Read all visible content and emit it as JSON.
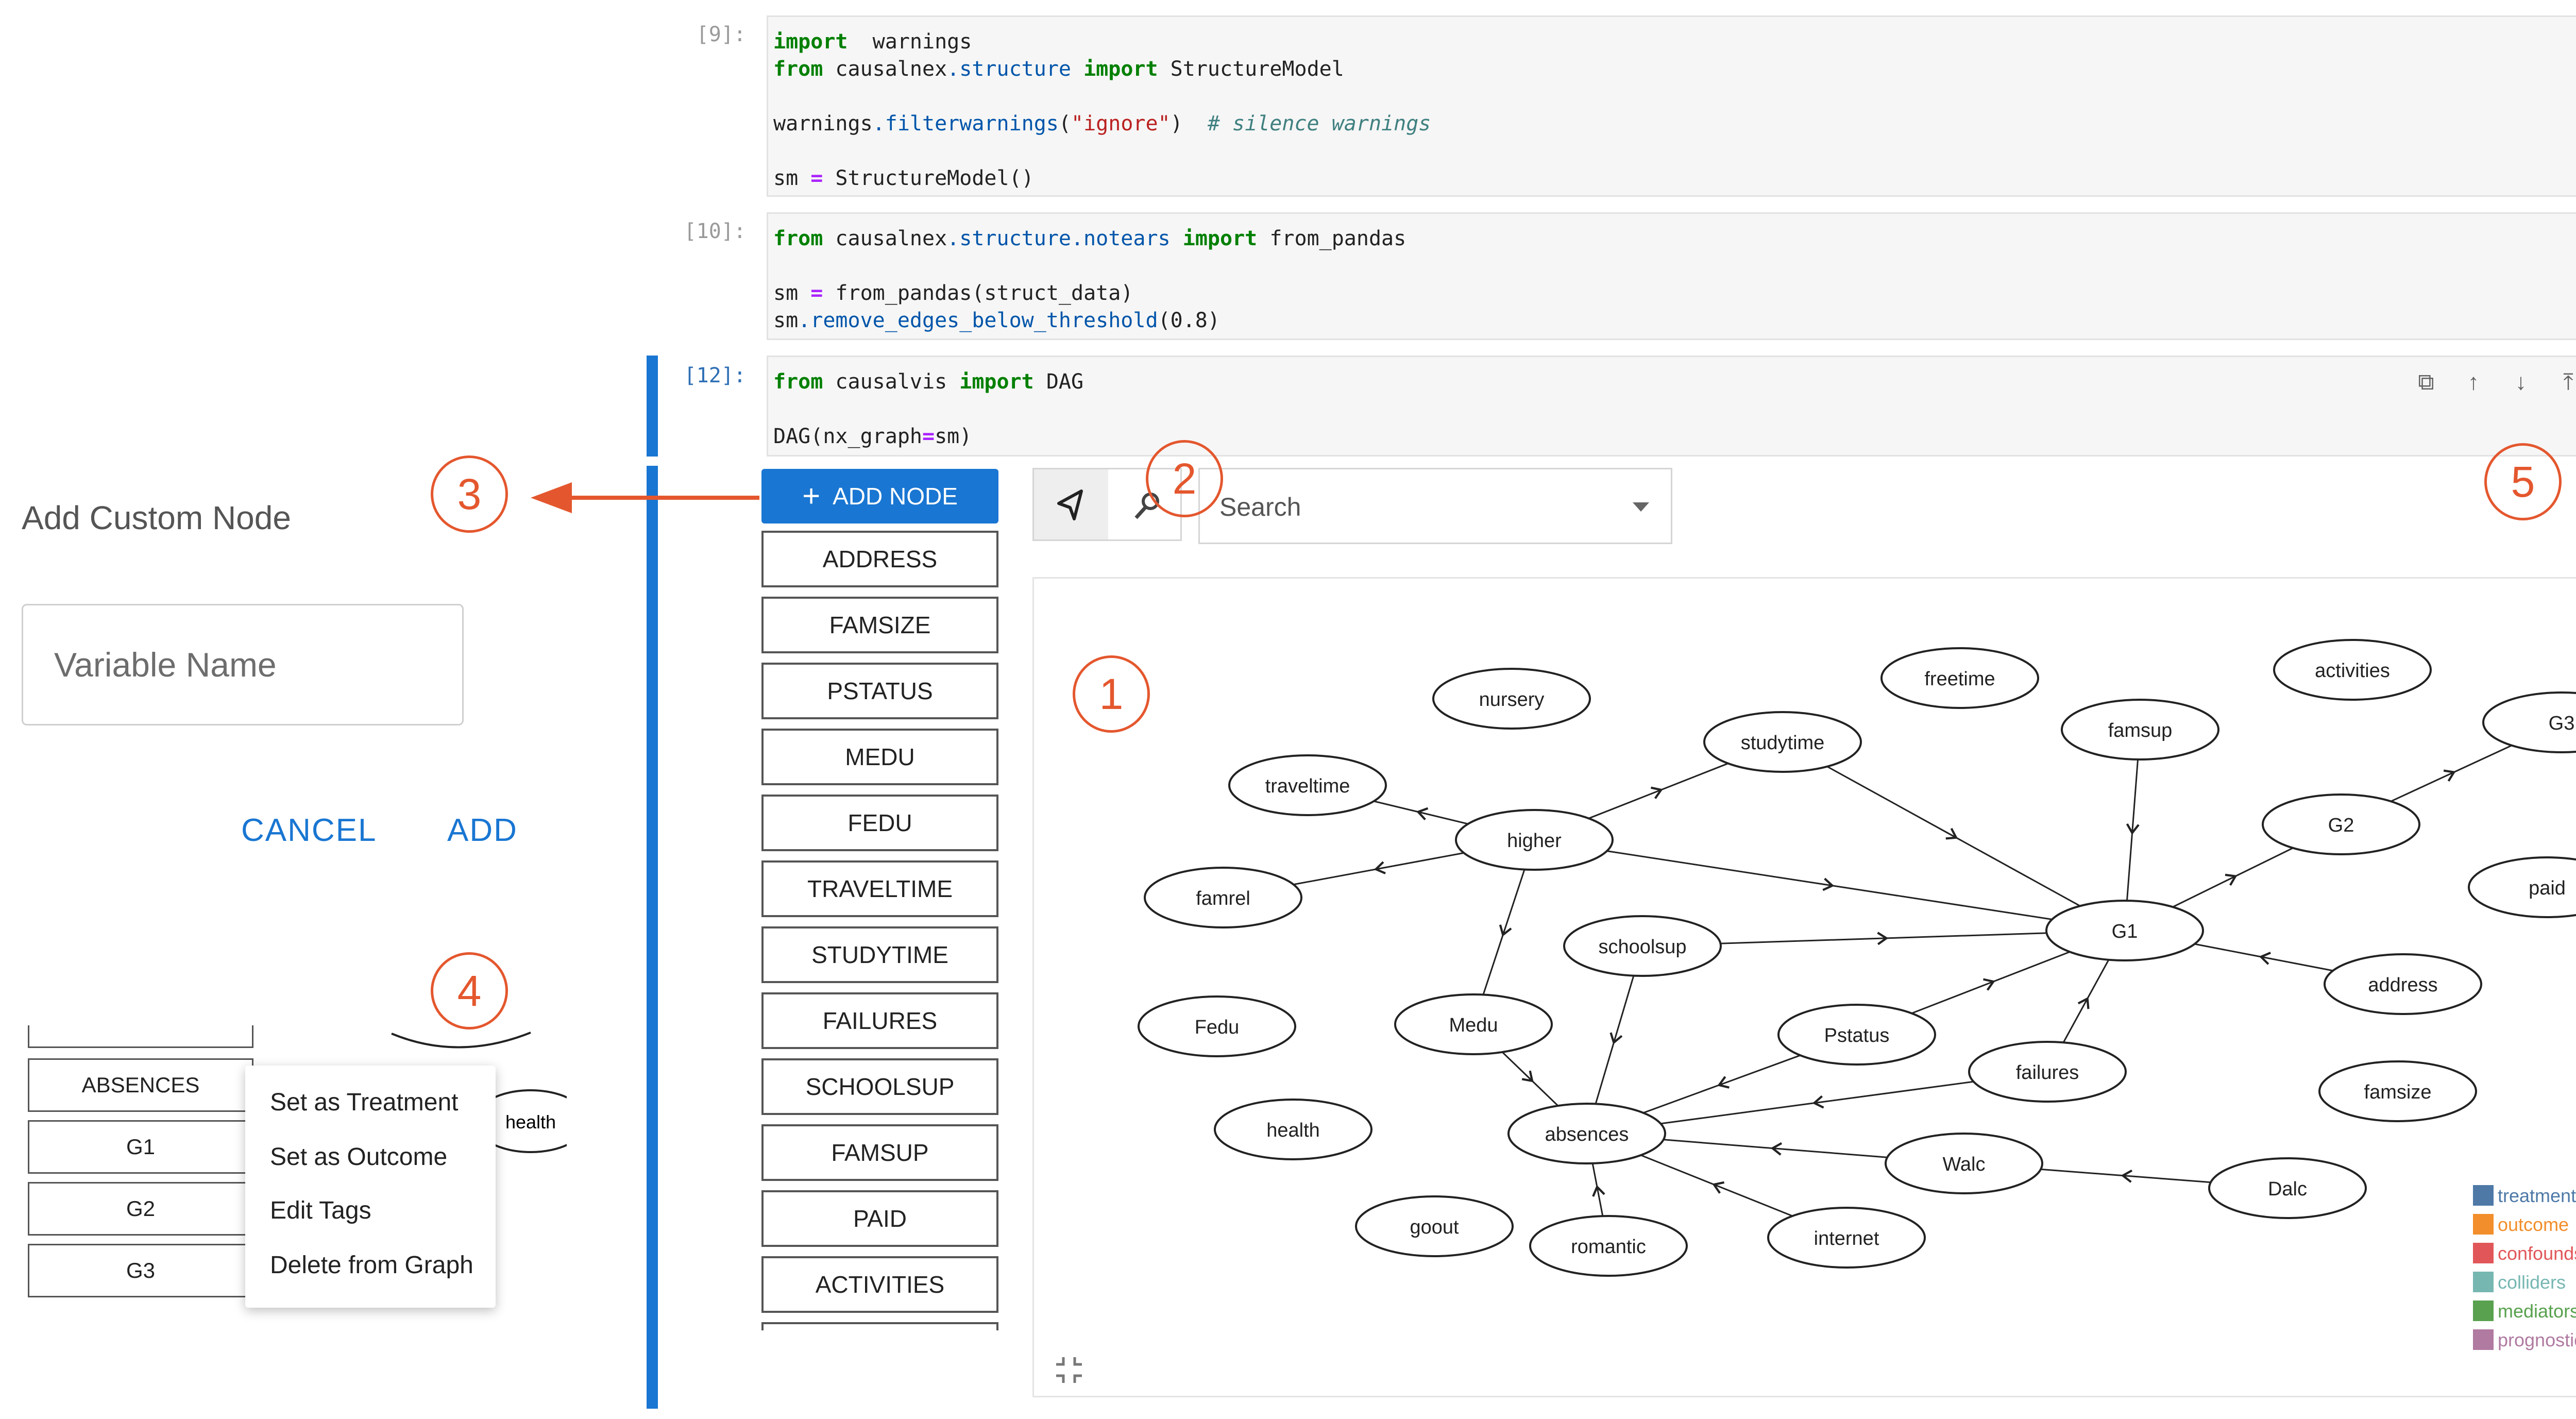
{
  "cells": [
    {
      "prompt": "[9]:",
      "lines": [
        [
          [
            "kw",
            "import"
          ],
          [
            "",
            "  warnings"
          ]
        ],
        [
          [
            "kw",
            "from"
          ],
          [
            "",
            " causalnex"
          ],
          [
            "at",
            ".structure"
          ],
          [
            "",
            " "
          ],
          [
            "kw",
            "import"
          ],
          [
            "",
            " StructureModel"
          ]
        ],
        [
          [
            "",
            ""
          ]
        ],
        [
          [
            "",
            "warnings"
          ],
          [
            "at",
            ".filterwarnings"
          ],
          [
            "",
            "("
          ],
          [
            "st",
            "\"ignore\""
          ],
          [
            "",
            ")  "
          ],
          [
            "cm",
            "# silence warnings"
          ]
        ],
        [
          [
            "",
            ""
          ]
        ],
        [
          [
            "",
            "sm "
          ],
          [
            "op",
            "="
          ],
          [
            "",
            " StructureModel()"
          ]
        ]
      ]
    },
    {
      "prompt": "[10]:",
      "lines": [
        [
          [
            "kw",
            "from"
          ],
          [
            "",
            " causalnex"
          ],
          [
            "at",
            ".structure.notears"
          ],
          [
            "",
            " "
          ],
          [
            "kw",
            "import"
          ],
          [
            "",
            " from_pandas"
          ]
        ],
        [
          [
            "",
            ""
          ]
        ],
        [
          [
            "",
            "sm "
          ],
          [
            "op",
            "="
          ],
          [
            "",
            " from_pandas(struct_data)"
          ]
        ],
        [
          [
            "",
            "sm"
          ],
          [
            "at",
            ".remove_edges_below_threshold"
          ],
          [
            "",
            "(0.8)"
          ]
        ]
      ]
    },
    {
      "prompt": "[12]:",
      "lines": [
        [
          [
            "kw",
            "from"
          ],
          [
            "",
            " causalvis "
          ],
          [
            "kw",
            "import"
          ],
          [
            "",
            " DAG"
          ]
        ],
        [
          [
            "",
            ""
          ]
        ],
        [
          [
            "",
            "DAG(nx_graph"
          ],
          [
            "op",
            "="
          ],
          [
            "",
            "sm)"
          ]
        ]
      ]
    }
  ],
  "cell_tools": {
    "copy": "⧉",
    "move_up": "↑",
    "move_down": "↓",
    "insert_above": "⤒",
    "insert_below": "⤓",
    "delete": "🗑"
  },
  "custom_node_panel": {
    "title": "Add Custom Node",
    "input_placeholder": "Variable Name",
    "cancel_label": "CANCEL",
    "add_label": "ADD"
  },
  "mini_list": [
    "ABSENCES",
    "G1",
    "G2",
    "G3"
  ],
  "mini_health": "health",
  "context_menu": [
    "Set as Treatment",
    "Set as Outcome",
    "Edit Tags",
    "Delete from Graph"
  ],
  "add_node_label": "ADD NODE",
  "variables": [
    "ADDRESS",
    "FAMSIZE",
    "PSTATUS",
    "MEDU",
    "FEDU",
    "TRAVELTIME",
    "STUDYTIME",
    "FAILURES",
    "SCHOOLSUP",
    "FAMSUP",
    "PAID",
    "ACTIVITIES"
  ],
  "search_placeholder": "Search",
  "callouts": [
    "1",
    "2",
    "3",
    "4",
    "5"
  ],
  "graph": {
    "nodes": [
      {
        "id": "nursery",
        "label": "nursery"
      },
      {
        "id": "freetime",
        "label": "freetime"
      },
      {
        "id": "activities",
        "label": "activities"
      },
      {
        "id": "G3",
        "label": "G3"
      },
      {
        "id": "traveltime",
        "label": "traveltime"
      },
      {
        "id": "studytime",
        "label": "studytime"
      },
      {
        "id": "famsup",
        "label": "famsup"
      },
      {
        "id": "higher",
        "label": "higher"
      },
      {
        "id": "G2",
        "label": "G2"
      },
      {
        "id": "famrel",
        "label": "famrel"
      },
      {
        "id": "paid",
        "label": "paid"
      },
      {
        "id": "schoolsup",
        "label": "schoolsup"
      },
      {
        "id": "G1",
        "label": "G1"
      },
      {
        "id": "address",
        "label": "address"
      },
      {
        "id": "Fedu",
        "label": "Fedu"
      },
      {
        "id": "Medu",
        "label": "Medu"
      },
      {
        "id": "Pstatus",
        "label": "Pstatus"
      },
      {
        "id": "failures",
        "label": "failures"
      },
      {
        "id": "famsize",
        "label": "famsize"
      },
      {
        "id": "health",
        "label": "health"
      },
      {
        "id": "absences",
        "label": "absences"
      },
      {
        "id": "Walc",
        "label": "Walc"
      },
      {
        "id": "Dalc",
        "label": "Dalc"
      },
      {
        "id": "goout",
        "label": "goout"
      },
      {
        "id": "romantic",
        "label": "romantic"
      },
      {
        "id": "internet",
        "label": "internet"
      }
    ],
    "edges": [
      [
        "higher",
        "traveltime"
      ],
      [
        "higher",
        "famrel"
      ],
      [
        "higher",
        "studytime"
      ],
      [
        "higher",
        "G1"
      ],
      [
        "higher",
        "Medu"
      ],
      [
        "studytime",
        "G1"
      ],
      [
        "famsup",
        "G1"
      ],
      [
        "schoolsup",
        "G1"
      ],
      [
        "schoolsup",
        "absences"
      ],
      [
        "G1",
        "G2"
      ],
      [
        "G2",
        "G3"
      ],
      [
        "address",
        "G1"
      ],
      [
        "Pstatus",
        "G1"
      ],
      [
        "failures",
        "G1"
      ],
      [
        "Pstatus",
        "absences"
      ],
      [
        "failures",
        "absences"
      ],
      [
        "Medu",
        "absences"
      ],
      [
        "Walc",
        "absences"
      ],
      [
        "internet",
        "absences"
      ],
      [
        "romantic",
        "absences"
      ],
      [
        "Dalc",
        "Walc"
      ]
    ]
  },
  "legend": [
    {
      "label": "treatment",
      "color": "#4e79a7"
    },
    {
      "label": "outcome",
      "color": "#f28e2b"
    },
    {
      "label": "confounds",
      "color": "#e15759"
    },
    {
      "label": "colliders",
      "color": "#76b7b2"
    },
    {
      "label": "mediators",
      "color": "#59a14f"
    },
    {
      "label": "prognostics",
      "color": "#b07aa1"
    }
  ],
  "colors": {
    "accent": "#1976d2",
    "callout": "#e4572e"
  }
}
